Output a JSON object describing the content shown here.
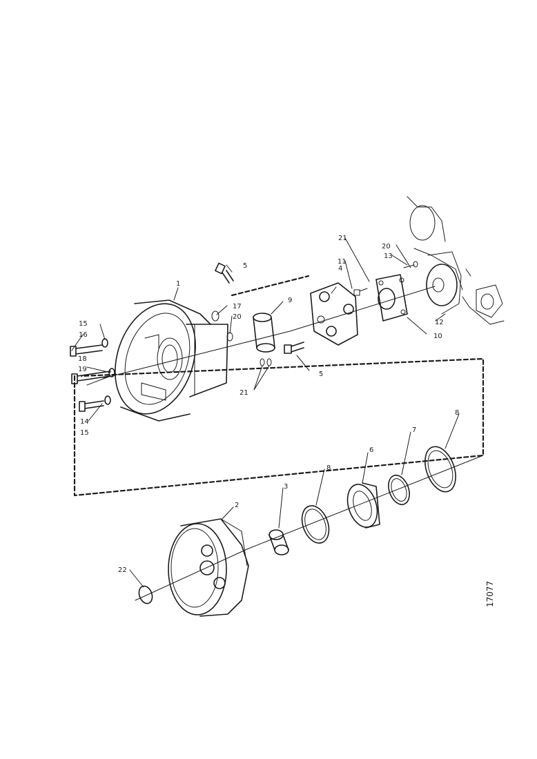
{
  "figure_number": "17077",
  "callouts": {
    "c1": "1",
    "c2": "2",
    "c3": "3",
    "c4": "4",
    "c5a": "5",
    "c5b": "5",
    "c6": "6",
    "c7": "7",
    "c8a": "8",
    "c8b": "8",
    "c9": "9",
    "c10": "10",
    "c11": "11",
    "c12": "12",
    "c13": "13",
    "c14": "14",
    "c15a": "15",
    "c15b": "15",
    "c16": "16",
    "c17": "17",
    "c18": "18",
    "c19": "19",
    "c20a": "20",
    "c20b": "20",
    "c21a": "21",
    "c21b": "21",
    "c22": "22"
  }
}
